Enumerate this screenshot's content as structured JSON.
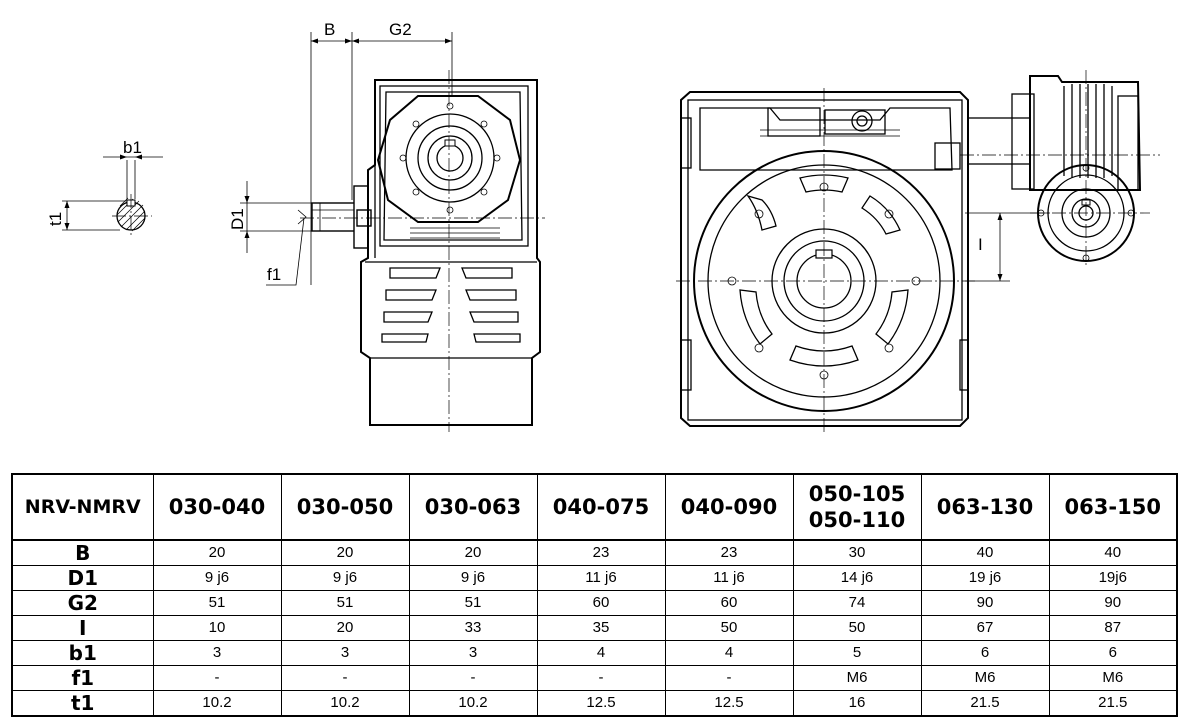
{
  "drawing": {
    "labels": {
      "b1": "b1",
      "t1": "t1",
      "B": "B",
      "G2": "G2",
      "D1": "D1",
      "f1": "f1",
      "I": "I"
    }
  },
  "table": {
    "corner": "NRV-NMRV",
    "columns": [
      {
        "line1": "030-040",
        "line2": ""
      },
      {
        "line1": "030-050",
        "line2": ""
      },
      {
        "line1": "030-063",
        "line2": ""
      },
      {
        "line1": "040-075",
        "line2": ""
      },
      {
        "line1": "040-090",
        "line2": ""
      },
      {
        "line1": "050-105",
        "line2": "050-110"
      },
      {
        "line1": "063-130",
        "line2": ""
      },
      {
        "line1": "063-150",
        "line2": ""
      }
    ],
    "rows": [
      {
        "label": "B",
        "values": [
          "20",
          "20",
          "20",
          "23",
          "23",
          "30",
          "40",
          "40"
        ]
      },
      {
        "label": "D1",
        "values": [
          "9 j6",
          "9 j6",
          "9 j6",
          "11 j6",
          "11 j6",
          "14 j6",
          "19 j6",
          "19j6"
        ]
      },
      {
        "label": "G2",
        "values": [
          "51",
          "51",
          "51",
          "60",
          "60",
          "74",
          "90",
          "90"
        ]
      },
      {
        "label": "I",
        "values": [
          "10",
          "20",
          "33",
          "35",
          "50",
          "50",
          "67",
          "87"
        ]
      },
      {
        "label": "b1",
        "values": [
          "3",
          "3",
          "3",
          "4",
          "4",
          "5",
          "6",
          "6"
        ]
      },
      {
        "label": "f1",
        "values": [
          "-",
          "-",
          "-",
          "-",
          "-",
          "M6",
          "M6",
          "M6"
        ]
      },
      {
        "label": "t1",
        "values": [
          "10.2",
          "10.2",
          "10.2",
          "12.5",
          "12.5",
          "16",
          "21.5",
          "21.5"
        ]
      }
    ]
  }
}
